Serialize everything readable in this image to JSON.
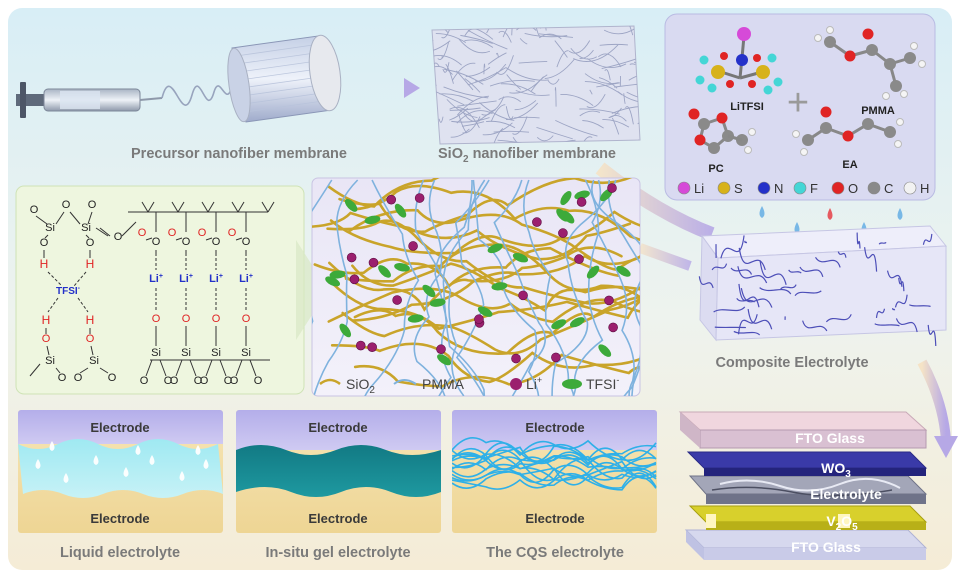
{
  "labels": {
    "precursor": "Precursor nanofiber membrane",
    "sio2_prefix": "SiO",
    "sio2_sub": "2",
    "sio2_suffix": " nanofiber membrane",
    "composite": "Composite Electrolyte",
    "liquid": "Liquid electrolyte",
    "gel": "In-situ gel electrolyte",
    "cqs": "The CQS electrolyte"
  },
  "molecules": {
    "litfsi": "LiTFSI",
    "pmma": "PMMA",
    "pc": "PC",
    "ea": "EA",
    "plus": "+"
  },
  "atom_legend": [
    {
      "symbol": "Li",
      "color": "#d64ad8"
    },
    {
      "symbol": "S",
      "color": "#d7b21a"
    },
    {
      "symbol": "N",
      "color": "#2431c9"
    },
    {
      "symbol": "F",
      "color": "#44d6d6"
    },
    {
      "symbol": "O",
      "color": "#e02424"
    },
    {
      "symbol": "C",
      "color": "#8a8a8a"
    },
    {
      "symbol": "H",
      "color": "#f2f2f2"
    }
  ],
  "network_legend": {
    "sio2": "SiO",
    "sio2_sub": "2",
    "pmma": "PMMA",
    "li": "Li",
    "li_sup": "+",
    "tfsi": "TFSI",
    "tfsi_sup": "-"
  },
  "chem": {
    "si": "Si",
    "o": "O",
    "h": "H",
    "tfsi": "TFSI",
    "tfsi_sup": "-",
    "li": "Li",
    "li_sup": "+"
  },
  "panels": {
    "electrode": "Electrode"
  },
  "device_layers": {
    "fto_top": "FTO Glass",
    "wo3": "WO",
    "wo3_sub": "3",
    "electrolyte": "Electrolyte",
    "v2o5_a": "V",
    "v2o5_sub1": "2",
    "v2o5_b": "O",
    "v2o5_sub2": "5",
    "fto_bottom": "FTO Glass"
  },
  "colors": {
    "background_top": "#d8eef6",
    "background_bottom": "#f3ead4",
    "sio2_fiber": "#c9a42a",
    "pmma_fiber": "#7fb2de",
    "li_ion": "#9b1f6e",
    "tfsi_ion": "#3daa3a",
    "electrode": "#b9b3e8",
    "electrode_bottom": "#f1d998"
  }
}
